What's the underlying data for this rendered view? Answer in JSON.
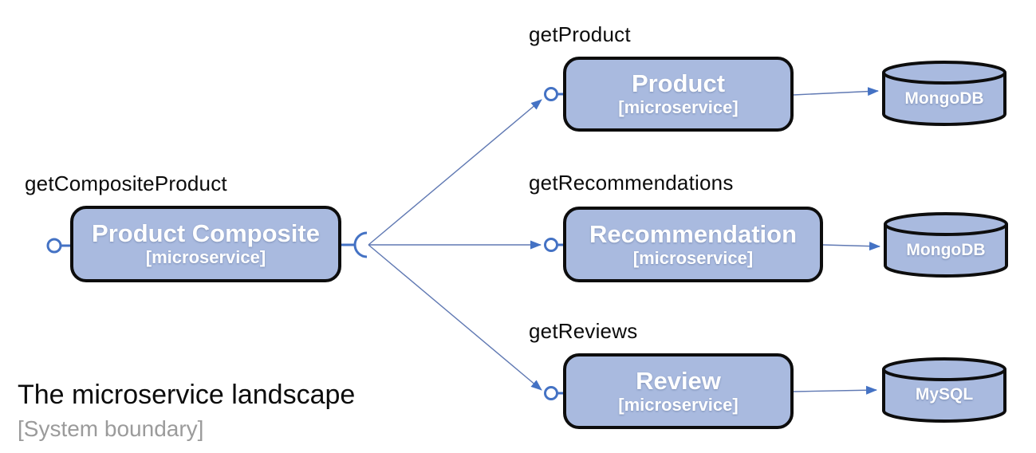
{
  "diagram": {
    "title": "The microservice landscape",
    "subtitle": "[System boundary]",
    "composite": {
      "operation": "getCompositeProduct",
      "name": "Product Composite",
      "stereotype": "[microservice]"
    },
    "services": [
      {
        "operation": "getProduct",
        "name": "Product",
        "stereotype": "[microservice]",
        "database": "MongoDB"
      },
      {
        "operation": "getRecommendations",
        "name": "Recommendation",
        "stereotype": "[microservice]",
        "database": "MongoDB"
      },
      {
        "operation": "getReviews",
        "name": "Review",
        "stereotype": "[microservice]",
        "database": "MySQL"
      }
    ],
    "icons": {
      "provided_interface": "lollipop-circle",
      "required_interface": "socket-half-circle",
      "database": "cylinder"
    },
    "colors": {
      "node_fill": "#a9badf",
      "node_border": "#0d0d0d",
      "connector_blue": "#4472c4",
      "line_blue": "#6079b3",
      "label_text": "#0c0c0c",
      "node_text": "#ffffff",
      "subtitle_gray": "#9b9b9b"
    }
  }
}
